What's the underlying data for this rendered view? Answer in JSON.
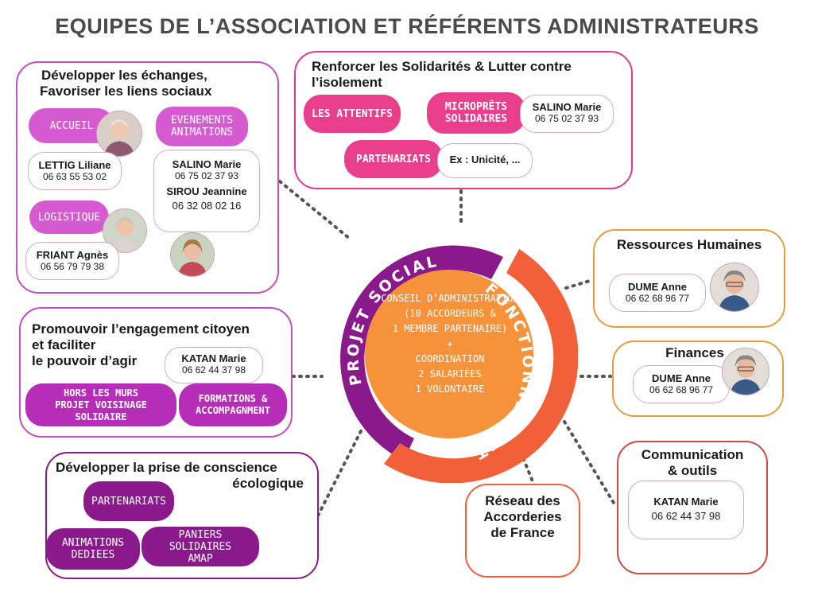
{
  "title": "EQUIPES DE L’ASSOCIATION ET RÉFÉRENTS ADMINISTRATEURS",
  "colors": {
    "magenta": "#e83e8c",
    "pink": "#d65bd0",
    "purple": "#8a1a8c",
    "orange": "#f5923a",
    "red_orange": "#f2603a",
    "gold": "#e0a040",
    "red": "#d04848"
  },
  "center": {
    "ring_left": "PROJET SOCIAL",
    "ring_right": "FONCTIONNEMENT",
    "line1": "CONSEIL D’ADMINISTRATION",
    "line2": "(10 ACCORDEURS &",
    "line3": "1 MEMBRE PARTENAIRE)",
    "line4": "+",
    "line5": "COORDINATION",
    "line6": "2 SALARIÉES",
    "line7": "1 VOLONTAIRE"
  },
  "echanges": {
    "heading1": "Développer les échanges,",
    "heading2": "Favoriser les liens sociaux",
    "accueil": "ACCUEIL",
    "evenements": "EVENEMENTS\nANIMATIONS",
    "logistique": "LOGISTIQUE",
    "lettig_name": "LETTIG Liliane",
    "lettig_phone": "06 63 55 53 02",
    "salino_name": "SALINO Marie",
    "salino_phone": "06 75 02 37 93",
    "sirou_name": "SIROU Jeannine",
    "sirou_phone": "06 32 08 02 16",
    "friant_name": "FRIANT Agnès",
    "friant_phone": "06 56 79 79 38"
  },
  "solidarites": {
    "heading1": "Renforcer les Solidarités & Lutter contre",
    "heading2": "l’isolement",
    "attentifs": "LES ATTENTIFS",
    "microprets": "MICROPRÊTS\nSOLIDAIRES",
    "partenariats": "PARTENARIATS",
    "salino_name": "SALINO Marie",
    "salino_phone": "06 75 02 37 93",
    "example": "Ex : Unicité, ..."
  },
  "citoyen": {
    "heading1": "Promouvoir l’engagement citoyen",
    "heading2": "et faciliter",
    "heading3": "le pouvoir d’agir",
    "katan_name": "KATAN Marie",
    "katan_phone": "06 62 44 37 98",
    "hors_murs": "HORS LES MURS\nPROJET VOISINAGE SOLIDAIRE",
    "formations": "FORMATIONS &\nACCOMPAGNMENT"
  },
  "ecologie": {
    "heading1": "Développer la prise de conscience",
    "heading2": "écologique",
    "partenariats": "PARTENARIATS",
    "animations": "ANIMATIONS\nDEDIEES",
    "paniers": "PANIERS SOLIDAIRES\nAMAP"
  },
  "rh": {
    "heading": "Ressources Humaines",
    "name": "DUME Anne",
    "phone": "06 62 68 96 77"
  },
  "finances": {
    "heading": "Finances",
    "name": "DUME Anne",
    "phone": "06 62 68 96 77"
  },
  "communication": {
    "heading1": "Communication",
    "heading2": "& outils",
    "name": "KATAN Marie",
    "phone": "06 62 44 37 98"
  },
  "reseau": {
    "heading1": "Réseau des",
    "heading2": "Accorderies",
    "heading3": "de France"
  }
}
